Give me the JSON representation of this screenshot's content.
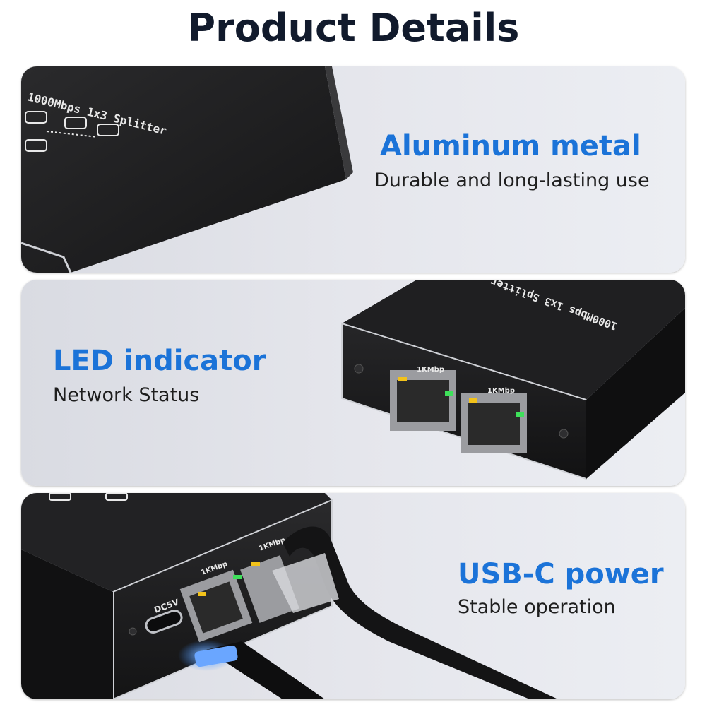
{
  "page": {
    "title": "Product Details"
  },
  "features": [
    {
      "title": "Aluminum metal",
      "subtitle": "Durable and long-lasting use"
    },
    {
      "title": "LED indicator",
      "subtitle": "Network Status"
    },
    {
      "title": "USB-C power",
      "subtitle": "Stable operation"
    }
  ],
  "device": {
    "top_label": "1000Mbps 1x3 Splitter",
    "port_label": "1KMbp",
    "power_label": "DC5V"
  },
  "colors": {
    "accent": "#1b73d8",
    "title": "#111a2c",
    "device_body": "#1c1c1e",
    "led_yellow": "#f2c21a",
    "led_green": "#3ee05a",
    "usb_glow": "#3a8cff"
  },
  "icons": [
    "splitter-device",
    "rj45-port",
    "usb-c-port",
    "network-cable",
    "usb-c-cable"
  ]
}
